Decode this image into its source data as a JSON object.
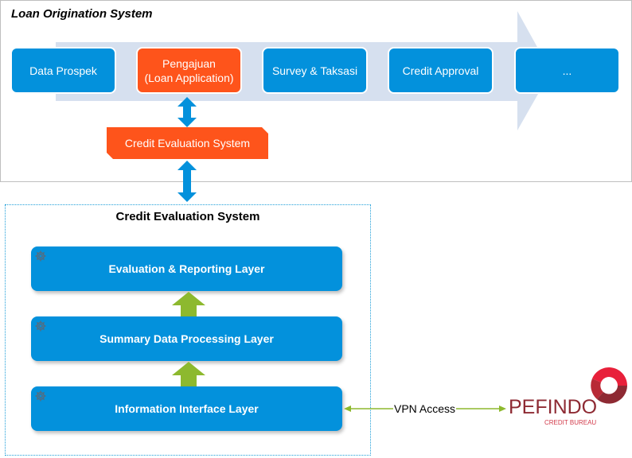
{
  "loan_origination": {
    "title": "Loan Origination System",
    "stages": [
      {
        "label": "Data Prospek",
        "highlight": false
      },
      {
        "label": "Pengajuan\n(Loan Application)",
        "highlight": true
      },
      {
        "label": "Survey & Taksasi",
        "highlight": false
      },
      {
        "label": "Credit Approval",
        "highlight": false
      },
      {
        "label": "...",
        "highlight": false
      }
    ],
    "connector_label": "Credit Evaluation System"
  },
  "credit_evaluation": {
    "title": "Credit Evaluation System",
    "layers": [
      {
        "label": "Evaluation & Reporting Layer",
        "icon": "gear-icon"
      },
      {
        "label": "Summary Data Processing Layer",
        "icon": "gear-icon"
      },
      {
        "label": "Information Interface Layer",
        "icon": "gear-icon"
      }
    ]
  },
  "external": {
    "link_label": "VPN Access",
    "partner_name": "PEFINDO",
    "partner_subtitle": "CREDIT BUREAU"
  },
  "colors": {
    "stage_blue": "#0391dc",
    "stage_orange": "#fe541b",
    "flow_arrow": "#d6e0ef",
    "connector_arrow": "#0391dc",
    "layer_arrow": "#8db92e",
    "pefindo_red": "#e8203a",
    "pefindo_maroon": "#8e2a33"
  }
}
